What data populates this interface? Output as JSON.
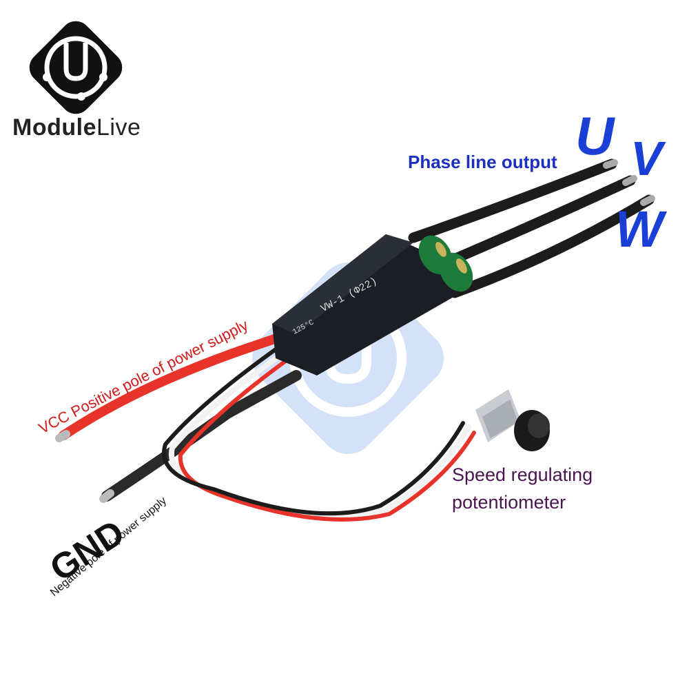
{
  "brand": {
    "name_bold": "Module",
    "name_light": "Live"
  },
  "labels": {
    "phase_output": "Phase line output",
    "u": "U",
    "v": "V",
    "w": "W",
    "vcc": "VCC Positive pole of power supply",
    "gnd": "GND",
    "negative": "Negative pole of power supply",
    "speed_line1": "Speed regulating",
    "speed_line2": "potentiometer"
  },
  "board_print": {
    "temp": "125°C",
    "model": "VW-1 (Φ22)"
  },
  "icons": [
    "modulelive-logo-icon",
    "watermark-logo-icon",
    "capacitor-icon",
    "potentiometer-icon"
  ],
  "colors": {
    "phase_text": "#1c2fbf",
    "uvw_text": "#1a3fd6",
    "vcc_text": "#d11a1a",
    "speed_text": "#4a1650",
    "controller_body": "#1b1e24",
    "red_wire": "#e8332a",
    "black_wire": "#1c1c1c"
  }
}
